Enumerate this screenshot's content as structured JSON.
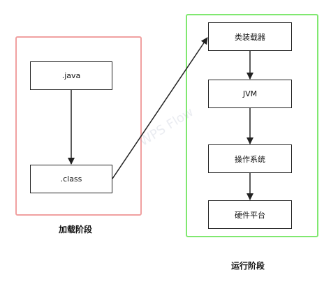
{
  "groups": {
    "load": {
      "label": "加载阶段"
    },
    "run": {
      "label": "运行阶段"
    }
  },
  "nodes": {
    "java": ".java",
    "class": ".class",
    "loader": "类装载器",
    "jvm": "JVM",
    "os": "操作系统",
    "hw": "硬件平台"
  },
  "watermark": "WPS Flow",
  "edges": [
    {
      "from": "java",
      "to": "class"
    },
    {
      "from": "class",
      "to": "loader"
    },
    {
      "from": "loader",
      "to": "jvm"
    },
    {
      "from": "jvm",
      "to": "os"
    },
    {
      "from": "os",
      "to": "hw"
    }
  ],
  "colors": {
    "load_border": "#f0a0a0",
    "run_border": "#80e870",
    "line": "#222222"
  }
}
